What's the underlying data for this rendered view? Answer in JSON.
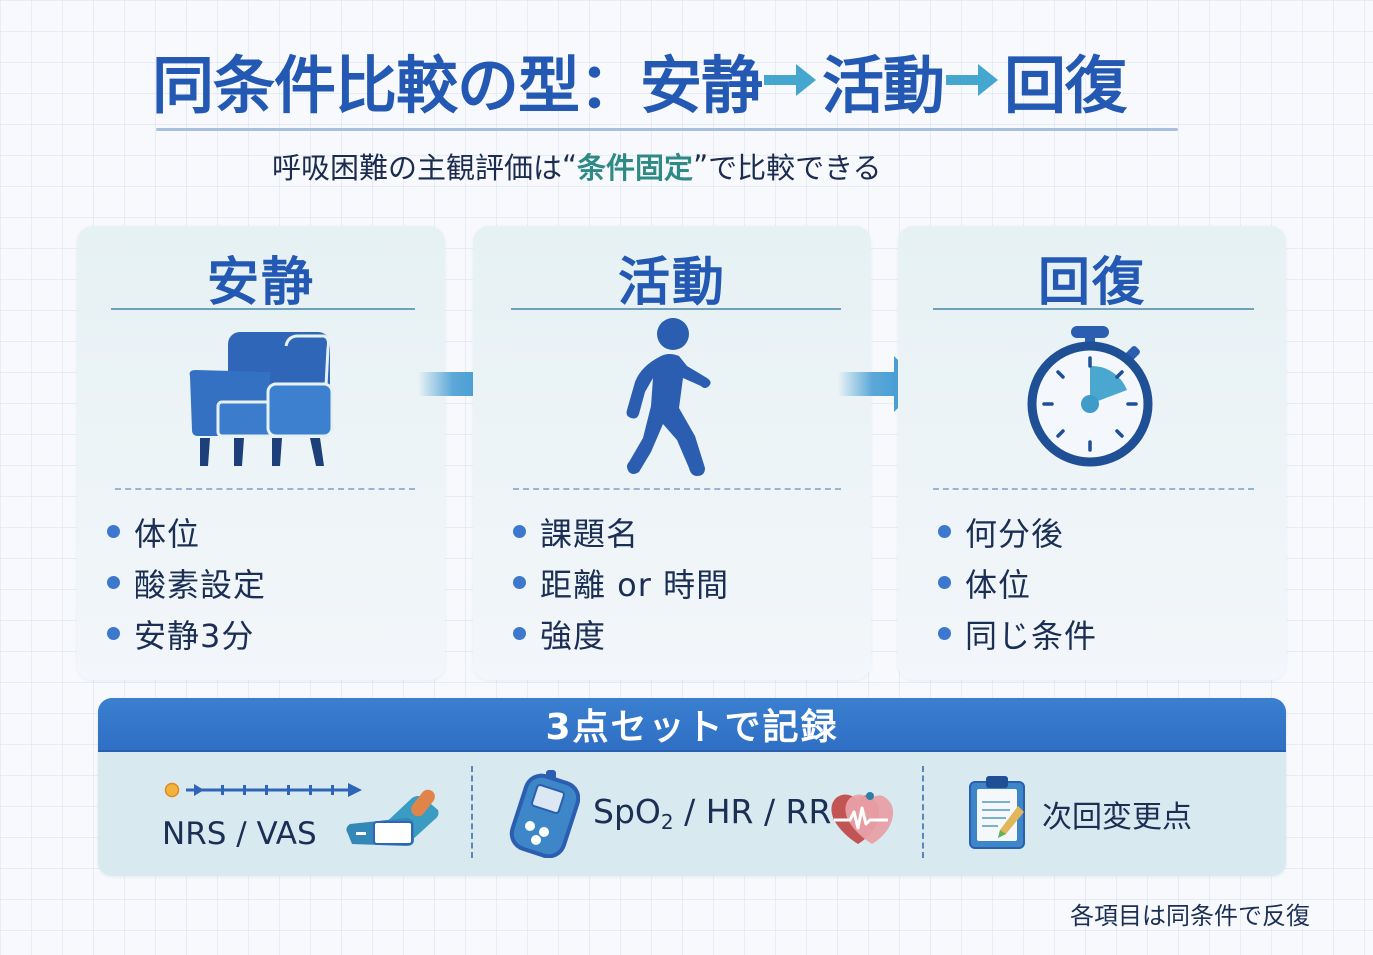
{
  "header": {
    "title_parts": [
      "同条件比較の型：安静",
      "活動",
      "回復"
    ],
    "subtitle_prefix": "呼吸困難の主観評価は",
    "subtitle_quote_open": "“",
    "subtitle_highlight": "条件固定",
    "subtitle_quote_close": "”",
    "subtitle_suffix": "で比較できる"
  },
  "phases": [
    {
      "title": "安静",
      "icon": "armchair-icon",
      "items": [
        "体位",
        "酸素設定",
        "安静3分"
      ]
    },
    {
      "title": "活動",
      "icon": "walking-person-icon",
      "items": [
        "課題名",
        "距離 or 時間",
        "強度"
      ]
    },
    {
      "title": "回復",
      "icon": "stopwatch-icon",
      "items": [
        "何分後",
        "体位",
        "同じ条件"
      ]
    }
  ],
  "record": {
    "title": "3点セットで記録",
    "items": [
      {
        "label": "NRS / VAS",
        "icons": [
          "scale-line-icon",
          "pulse-oximeter-finger-icon"
        ]
      },
      {
        "label_main": "SpO",
        "label_sub": "2",
        "label_rest": " / HR / RR",
        "icons": [
          "monitor-device-icon",
          "heart-pulse-icon"
        ]
      },
      {
        "label": "次回変更点",
        "icons": [
          "clipboard-pencil-icon"
        ]
      }
    ]
  },
  "footnote": "各項目は同条件で反復",
  "colors": {
    "primary": "#2459b3",
    "accent_arrow": "#45a7d0",
    "highlight": "#2f8a86",
    "band": "#3a7fd0",
    "text": "#1b2f55"
  }
}
